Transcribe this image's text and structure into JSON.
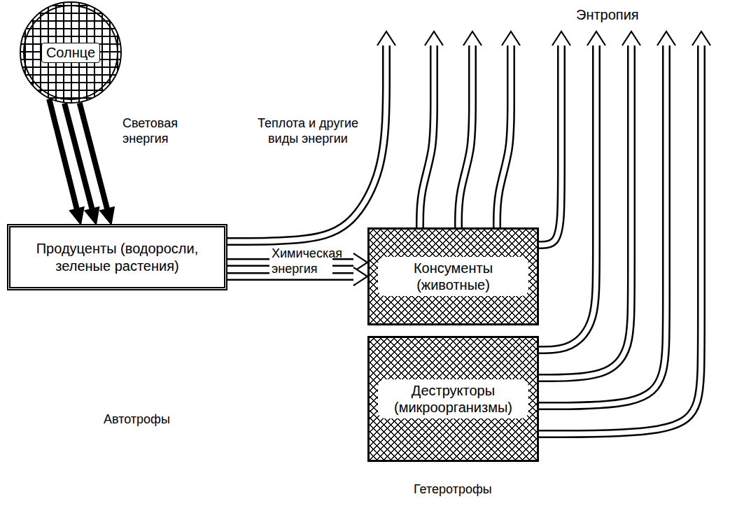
{
  "diagram": {
    "nodes": [
      {
        "text": [
          "Солнце"
        ]
      },
      {
        "text": [
          "Продуценты (водоросли, зеленые растения)"
        ]
      },
      {
        "text": [
          "Консументы (животные)"
        ]
      },
      {
        "text": [
          "Деструкторы (микроорганизмы)"
        ]
      }
    ],
    "edges": [
      {
        "from": 0,
        "to": 1,
        "arrow": "to",
        "label": "Световая энергия"
      },
      {
        "from": 1,
        "to": 2,
        "arrow": "to"
      },
      {
        "from": 1,
        "to": 3,
        "arrow": "to",
        "label": "Химическая энергия"
      }
    ],
    "labels": [
      "Энтропия",
      "Теплота и другие виды энергии",
      "Автотрофы",
      "Гетеротрофы"
    ]
  }
}
